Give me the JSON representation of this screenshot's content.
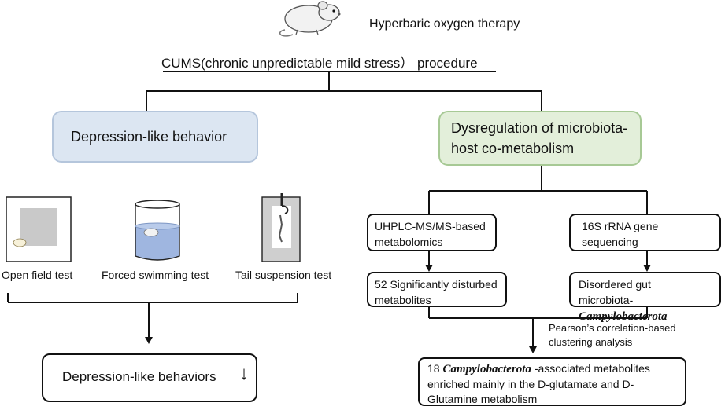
{
  "top": {
    "hbot_label": "Hyperbaric oxygen therapy",
    "cums_label": "CUMS(chronic unpredictable mild stress） procedure"
  },
  "left": {
    "header": "Depression-like behavior",
    "tests": [
      {
        "label": "Open field test"
      },
      {
        "label": "Forced swimming test"
      },
      {
        "label": "Tail suspension test"
      }
    ],
    "result": {
      "text": "Depression-like behaviors",
      "arrow": "↓"
    }
  },
  "right": {
    "header_line1": "Dysregulation of microbiota-",
    "header_line2": "host co-metabolism",
    "metabolomics": {
      "line1": "UHPLC-MS/MS-based",
      "line2": "metabolomics"
    },
    "sequencing": {
      "line1": "16S rRNA gene",
      "line2": "sequencing"
    },
    "metabolites": {
      "line1": "52 Significantly disturbed",
      "line2": "metabolites"
    },
    "microbiota": {
      "line1": "Disordered gut",
      "line2_prefix": "microbiota-",
      "line2_italic": "Campylobacterota"
    },
    "correlation": {
      "line1": "Pearson’s correlation-based",
      "line2": "clustering analysis"
    },
    "final": {
      "prefix": "18 ",
      "italic": "Campylobacterota",
      "line1_suffix": " -associated metabolites",
      "line2": "enriched mainly in the D-glutamate and D-",
      "line3": "Glutamine metabolism"
    }
  },
  "colors": {
    "left_header_fill": "#dce6f2",
    "right_header_fill": "#e3efda",
    "water": "#9fb6e0"
  }
}
